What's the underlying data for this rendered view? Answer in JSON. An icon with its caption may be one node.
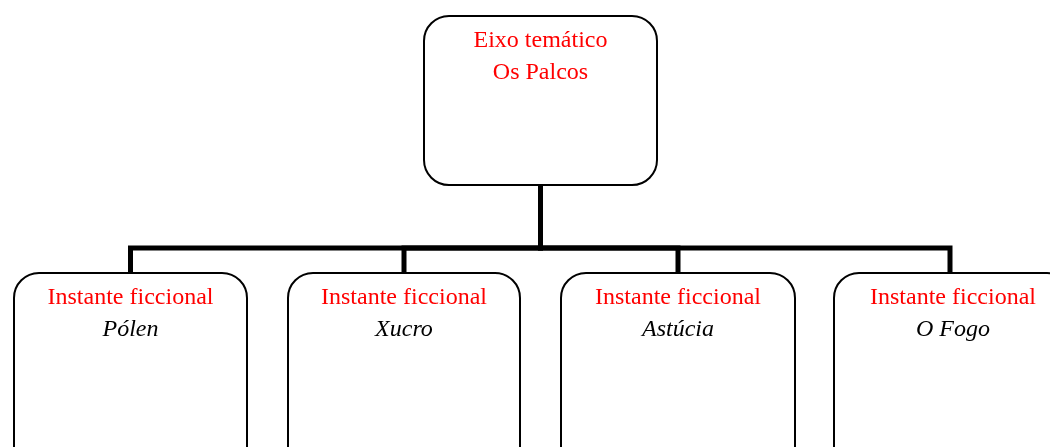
{
  "diagram": {
    "nodes": [
      {
        "text": [
          "Eixo temático",
          "Os Palcos"
        ]
      },
      {
        "text": [
          "Instante ficcional",
          "Pólen"
        ]
      },
      {
        "text": [
          "Instante ficcional",
          "Xucro"
        ]
      },
      {
        "text": [
          "Instante ficcional",
          "Astúcia"
        ]
      },
      {
        "text": [
          "Instante ficcional",
          "O Fogo"
        ]
      }
    ],
    "edges": [
      {
        "from": 0,
        "to": 1,
        "arrow": "none"
      },
      {
        "from": 0,
        "to": 2,
        "arrow": "none"
      },
      {
        "from": 0,
        "to": 3,
        "arrow": "none"
      },
      {
        "from": 0,
        "to": 4,
        "arrow": "none"
      }
    ]
  }
}
